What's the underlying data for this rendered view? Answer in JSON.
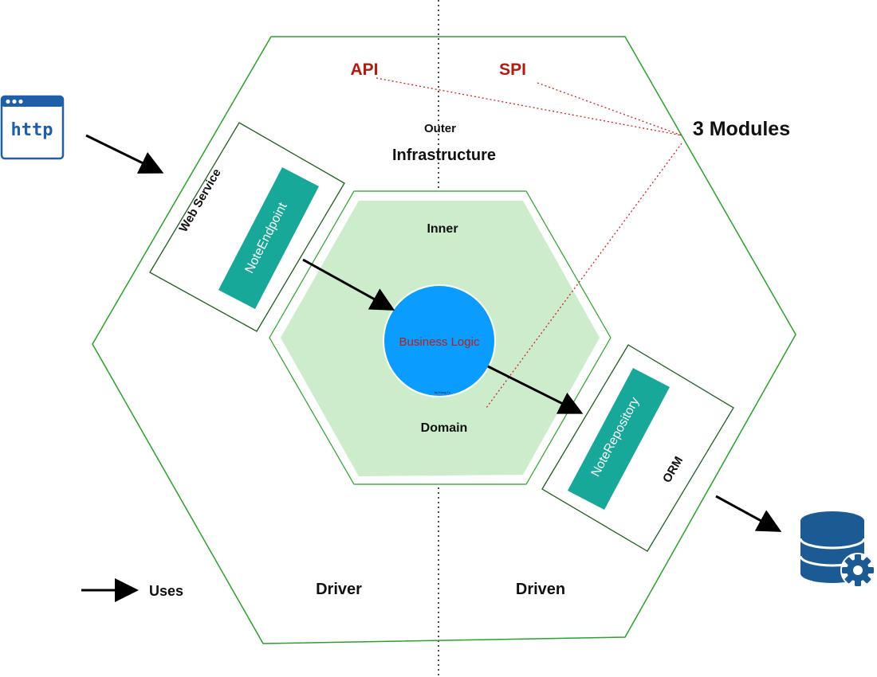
{
  "labels": {
    "api": "API",
    "spi": "SPI",
    "modules": "3 Modules",
    "outer": "Outer",
    "infrastructure": "Infrastructure",
    "inner": "Inner",
    "domain": "Domain",
    "business_logic": "Business Logic",
    "credit": "by Kung Tu",
    "web_service": "Web Service",
    "note_endpoint": "NoteEndpoint",
    "note_repository": "NoteRepository",
    "orm": "ORM",
    "driver": "Driver",
    "driven": "Driven",
    "uses": "Uses",
    "http": "http"
  },
  "colors": {
    "outer_hexagon": "#2ca02c",
    "inner_hexagon_fill": "#cdeccb",
    "adapter_box_border": "#1f5e1f",
    "teal": "#17a89a",
    "business_logic_circle": "#0a9cff",
    "business_logic_text": "#b22222",
    "api_spi_red": "#b01c10",
    "dotted_red": "#d62020",
    "icon_blue": "#1f5ea8",
    "database_blue": "#1b5a93"
  },
  "icons": {
    "browser": "http-browser-icon",
    "database": "database-gear-icon"
  }
}
